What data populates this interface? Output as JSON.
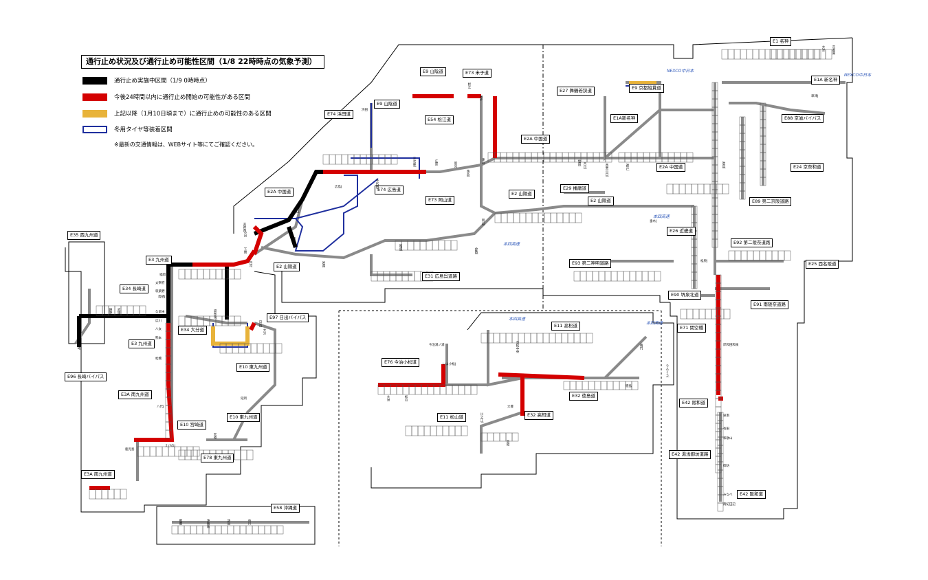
{
  "title": "通行止め状況及び通行止め可能性区間（1/8 22時時点の気象予測）",
  "legend": [
    {
      "label": "通行止め実施中区間（1/9 0時時点）",
      "color": "#000000",
      "kind": "fill"
    },
    {
      "label": "今後24時間以内に通行止め開始の可能性がある区間",
      "color": "#d40000",
      "kind": "fill"
    },
    {
      "label": "上記以降（1月10日頃まで）に通行止めの可能性のある区間",
      "color": "#e8b33a",
      "kind": "fill"
    },
    {
      "label": "冬用タイヤ等装着区間",
      "color": "#1f2f9e",
      "kind": "outline"
    }
  ],
  "note": "※最新の交通情報は、WEBサイト等にてご確認ください。",
  "colors": {
    "closed": "#000000",
    "possible24h": "#d40000",
    "later": "#e8b33a",
    "winterTires": "#1f2f9e",
    "road": "#8a8a8a",
    "nexco": "#2a55b8"
  },
  "highway_labels": [
    {
      "id": "e1",
      "text": "E1 名神"
    },
    {
      "id": "e1a",
      "text": "E1A 新名神"
    },
    {
      "id": "e1a2",
      "text": "E1A新名神"
    },
    {
      "id": "e9a",
      "text": "E9 山陰道"
    },
    {
      "id": "e9b",
      "text": "E9 山陰道"
    },
    {
      "id": "e9c",
      "text": "E9 京都縦貫道"
    },
    {
      "id": "e73a",
      "text": "E73 米子道"
    },
    {
      "id": "e73b",
      "text": "E73 岡山道"
    },
    {
      "id": "e74a",
      "text": "E74 浜田道"
    },
    {
      "id": "e74b",
      "text": "E74 広島道"
    },
    {
      "id": "e54",
      "text": "E54 松江道"
    },
    {
      "id": "e27",
      "text": "E27 舞鶴若狭道"
    },
    {
      "id": "e88",
      "text": "E88 京滋バイパス"
    },
    {
      "id": "e24",
      "text": "E24 京奈和道"
    },
    {
      "id": "e89",
      "text": "E89 第二京阪道路"
    },
    {
      "id": "e2a1",
      "text": "E2A 中国道"
    },
    {
      "id": "e2a2",
      "text": "E2A 中国道"
    },
    {
      "id": "e2a3",
      "text": "E2A 中国道"
    },
    {
      "id": "e2a",
      "text": "E2 山陽道"
    },
    {
      "id": "e2b",
      "text": "E2 山陽道"
    },
    {
      "id": "e2c",
      "text": "E2 山陽道"
    },
    {
      "id": "e29",
      "text": "E29 播磨道"
    },
    {
      "id": "e26",
      "text": "E26 近畿道"
    },
    {
      "id": "e92",
      "text": "E92 第二阪奈道路"
    },
    {
      "id": "e25",
      "text": "E25 西名阪道"
    },
    {
      "id": "e93",
      "text": "E93 第二神明道路"
    },
    {
      "id": "e31",
      "text": "E31 広島呉道路"
    },
    {
      "id": "e90",
      "text": "E90 堺泉北道"
    },
    {
      "id": "e91",
      "text": "E91 南阪奈道路"
    },
    {
      "id": "e71",
      "text": "E71 関空橋"
    },
    {
      "id": "e42a",
      "text": "E42 阪和道"
    },
    {
      "id": "e42b",
      "text": "E42 湯浅御坊道路"
    },
    {
      "id": "e42c",
      "text": "E42 阪和道"
    },
    {
      "id": "e11a",
      "text": "E11 高松道"
    },
    {
      "id": "e11b",
      "text": "E11 松山道"
    },
    {
      "id": "e76",
      "text": "E76 今治小松道"
    },
    {
      "id": "e32a",
      "text": "E32 徳島道"
    },
    {
      "id": "e32b",
      "text": "E32 高知道"
    },
    {
      "id": "e35",
      "text": "E35 西九州道"
    },
    {
      "id": "e3a",
      "text": "E3 九州道"
    },
    {
      "id": "e3b",
      "text": "E3 九州道"
    },
    {
      "id": "e34a",
      "text": "E34 長崎道"
    },
    {
      "id": "e34b",
      "text": "E34 大分道"
    },
    {
      "id": "e97",
      "text": "E97 日出バイパス"
    },
    {
      "id": "e10a",
      "text": "E10 東九州道"
    },
    {
      "id": "e10b",
      "text": "E10 東九州道"
    },
    {
      "id": "e10c",
      "text": "E10 宮崎道"
    },
    {
      "id": "e3a1",
      "text": "E3A 南九州道"
    },
    {
      "id": "e3a2",
      "text": "E3A 南九州道"
    },
    {
      "id": "e78",
      "text": "E78 東九州道"
    },
    {
      "id": "e96",
      "text": "E96 長崎バイパス"
    },
    {
      "id": "e58",
      "text": "E58 沖縄道"
    }
  ],
  "map_annotations": {
    "nexco1": "NEXCO中日本",
    "nexco2": "NEXCO中日本",
    "honshi1": "本四高速",
    "honshi2": "本四高速",
    "honshi3": "本四高速",
    "honshi4": "本四高速"
  },
  "interchanges": [
    {
      "id": "ic1",
      "text": "福岡"
    },
    {
      "id": "ic2",
      "text": "太宰府"
    },
    {
      "id": "ic3",
      "text": "筑紫野"
    },
    {
      "id": "ic4",
      "text": "鳥栖J"
    },
    {
      "id": "ic5",
      "text": "久留米"
    },
    {
      "id": "ic6",
      "text": "広川"
    },
    {
      "id": "ic7",
      "text": "八女"
    },
    {
      "id": "ic8",
      "text": "熊本"
    },
    {
      "id": "ic9",
      "text": "松橋"
    },
    {
      "id": "ic10",
      "text": "八代J"
    },
    {
      "id": "ic11",
      "text": "えびのJ"
    },
    {
      "id": "ic12",
      "text": "鹿児島"
    },
    {
      "id": "ic13",
      "text": "武雄"
    },
    {
      "id": "ic14",
      "text": "嬉野"
    },
    {
      "id": "ic15",
      "text": "長崎"
    },
    {
      "id": "ic16",
      "text": "湯布院"
    },
    {
      "id": "ic17",
      "text": "大分"
    },
    {
      "id": "ic18",
      "text": "日出J"
    },
    {
      "id": "ic19",
      "text": "延岡"
    },
    {
      "id": "ic20",
      "text": "宮崎"
    },
    {
      "id": "ic21",
      "text": "門司"
    },
    {
      "id": "ic22",
      "text": "下関"
    },
    {
      "id": "ic23",
      "text": "小月"
    },
    {
      "id": "ic24",
      "text": "美祢西"
    },
    {
      "id": "ic25",
      "text": "山口J"
    },
    {
      "id": "ic26",
      "text": "徳山西"
    },
    {
      "id": "ic27",
      "text": "岩国"
    },
    {
      "id": "ic28",
      "text": "広島J"
    },
    {
      "id": "ic29",
      "text": "三次東J"
    },
    {
      "id": "ic30",
      "text": "庄原"
    },
    {
      "id": "ic31",
      "text": "新見"
    },
    {
      "id": "ic32",
      "text": "落合J"
    },
    {
      "id": "ic33",
      "text": "津山"
    },
    {
      "id": "ic34",
      "text": "佐用J"
    },
    {
      "id": "ic35",
      "text": "吉川J"
    },
    {
      "id": "ic36",
      "text": "西宮山口J"
    },
    {
      "id": "ic37",
      "text": "吹田J"
    },
    {
      "id": "ic38",
      "text": "米子"
    },
    {
      "id": "ic39",
      "text": "松江"
    },
    {
      "id": "ic40",
      "text": "浜田"
    },
    {
      "id": "ic41",
      "text": "千代田J"
    },
    {
      "id": "ic42",
      "text": "尾道J"
    },
    {
      "id": "ic43",
      "text": "倉敷J"
    },
    {
      "id": "ic44",
      "text": "岡山J"
    },
    {
      "id": "ic45",
      "text": "神戸J"
    },
    {
      "id": "ic46",
      "text": "垂水J"
    },
    {
      "id": "ic47",
      "text": "高松中央"
    },
    {
      "id": "ic48",
      "text": "鳴門"
    },
    {
      "id": "ic49",
      "text": "徳島"
    },
    {
      "id": "ic50",
      "text": "川之江J"
    },
    {
      "id": "ic51",
      "text": "松山"
    },
    {
      "id": "ic52",
      "text": "大洲"
    },
    {
      "id": "ic53",
      "text": "いよ小松J"
    },
    {
      "id": "ic54",
      "text": "今治湯ノ浦"
    },
    {
      "id": "ic55",
      "text": "高知"
    },
    {
      "id": "ic56",
      "text": "大豊"
    },
    {
      "id": "ic57",
      "text": "松原J"
    },
    {
      "id": "ic58",
      "text": "岸和田和泉"
    },
    {
      "id": "ic59",
      "text": "泉南"
    },
    {
      "id": "ic60",
      "text": "和歌山"
    },
    {
      "id": "ic61",
      "text": "有田"
    },
    {
      "id": "ic62",
      "text": "御坊"
    },
    {
      "id": "ic63",
      "text": "南紀田辺"
    },
    {
      "id": "ic64",
      "text": "みなべ"
    },
    {
      "id": "ic65",
      "text": "りんくうJ"
    },
    {
      "id": "ic66",
      "text": "大津"
    },
    {
      "id": "ic67",
      "text": "京都東"
    },
    {
      "id": "ic68",
      "text": "草津J"
    },
    {
      "id": "ic69",
      "text": "那覇"
    },
    {
      "id": "ic70",
      "text": "許田"
    },
    {
      "id": "ic71",
      "text": "沖縄南"
    },
    {
      "id": "ic72",
      "text": "石川"
    }
  ]
}
